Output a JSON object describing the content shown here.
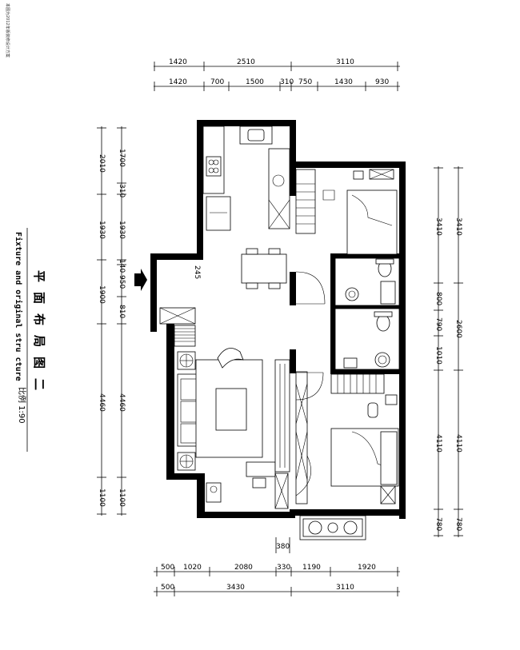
{
  "note_text": "本图为2012年版装修设计方案",
  "title": {
    "cn": "平面布局图二",
    "en": "Fixture and original stru cture",
    "scale": "比例 1:90"
  },
  "dims": {
    "top_outer": [
      "1420",
      "2510",
      "3110"
    ],
    "top_inner": [
      "1420",
      "700",
      "1500",
      "310",
      "750",
      "1430",
      "930"
    ],
    "bottom_inner": [
      "500",
      "1020",
      "2080",
      "330",
      "1190",
      "1920"
    ],
    "bottom_outer": [
      "500",
      "3430",
      "3110"
    ],
    "bottom_small": "380",
    "left_outer": [
      "2010",
      "1930",
      "1900",
      "4460",
      "1100"
    ],
    "left_inner": [
      "1700",
      "310",
      "1930",
      "140",
      "950",
      "810",
      "4460",
      "1100"
    ],
    "right_inner": [
      "3410",
      "800",
      "790",
      "1010",
      "4110",
      "780"
    ],
    "right_outer": [
      "3410",
      "2600",
      "4110",
      "780"
    ]
  },
  "labels": {
    "elevation_mark": "245"
  }
}
